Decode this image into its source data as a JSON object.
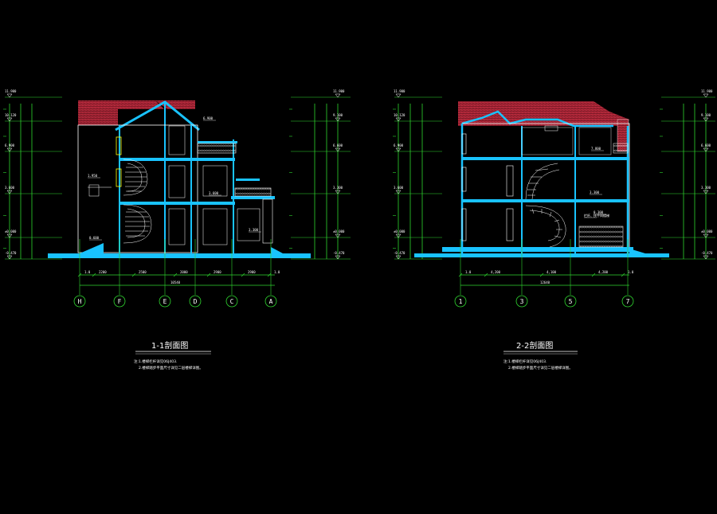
{
  "colors": {
    "background": "#000000",
    "structure": "#19c3ff",
    "dimension": "#2fd62f",
    "roof": "#b52a3c",
    "text": "#ffffff",
    "accent": "#ffff00"
  },
  "section_1": {
    "title": "1-1剖面图",
    "notes": [
      "注:1.楼梯栏杆详见06J403.",
      "2.楼梯踏步平面尺寸详见二层楼梯详图。"
    ],
    "axes": [
      "H",
      "F",
      "E",
      "D",
      "C",
      "A"
    ],
    "dim_segments": [
      "1.0",
      "2200",
      "2500",
      "2000",
      "2900",
      "2900",
      "1.0"
    ],
    "dim_total": "10540",
    "left_levels": [
      "11.900",
      "10.120",
      "6.900",
      "3.600",
      "±0.000",
      "-0.470"
    ],
    "right_levels": [
      "11.900",
      "9.100",
      "6.600",
      "3.300",
      "±0.000",
      "-0.470"
    ],
    "interior_labels": [
      "6.900",
      "3.600",
      "3.300",
      "1.950",
      "0.600"
    ]
  },
  "section_2": {
    "title": "2-2剖面图",
    "notes": [
      "注:1.楼梯栏杆详见06J403.",
      "2.楼梯踏步平面尺寸详见二层楼梯详图。"
    ],
    "axes": [
      "1",
      "3",
      "5",
      "7"
    ],
    "dim_segments": [
      "1.0",
      "4,200",
      "4,100",
      "4,200",
      "1.0"
    ],
    "dim_total": "12640",
    "left_levels": [
      "11.900",
      "10.120",
      "6.900",
      "3.600",
      "±0.000",
      "-0.470"
    ],
    "right_levels": [
      "11.900",
      "9.100",
      "6.600",
      "3.300",
      "±0.000",
      "-0.470"
    ],
    "interior_labels": [
      "7.800",
      "3.300",
      "0.300",
      "栏杆、扶手同楼梯"
    ]
  }
}
